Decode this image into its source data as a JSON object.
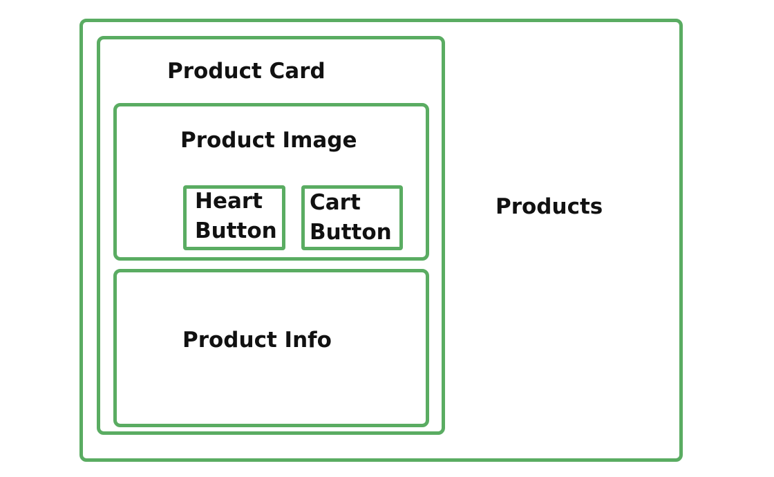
{
  "diagram": {
    "accent_color": "#5aac62",
    "products": {
      "label": "Products"
    },
    "product_card": {
      "label": "Product Card"
    },
    "product_image": {
      "label": "Product Image"
    },
    "heart_button": {
      "label": "Heart\nButton"
    },
    "cart_button": {
      "label": "Cart\nButton"
    },
    "product_info": {
      "label": "Product Info"
    }
  }
}
